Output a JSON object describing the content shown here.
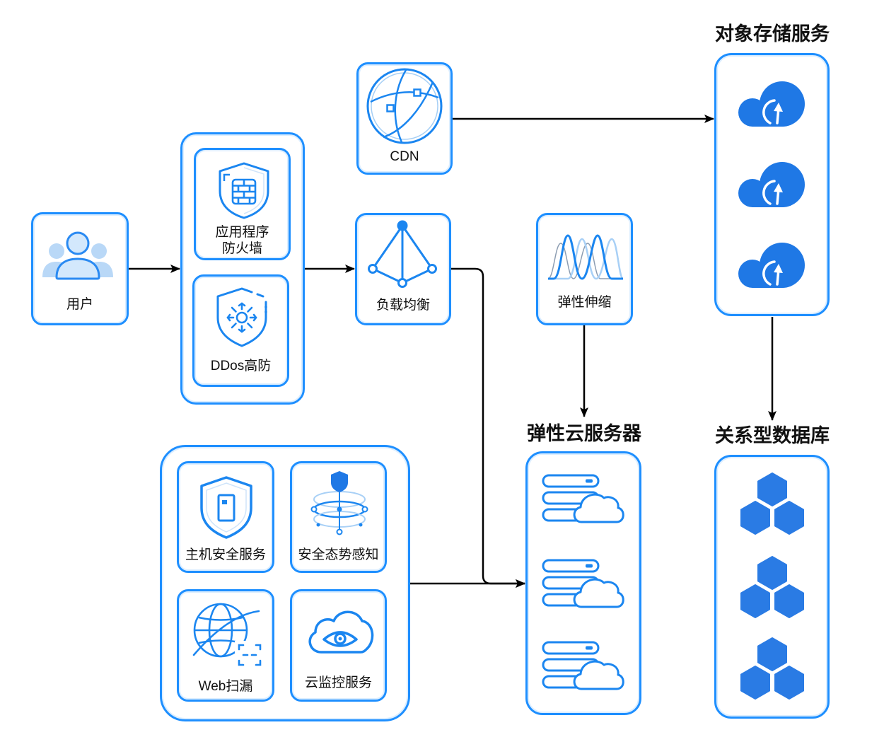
{
  "colors": {
    "border": "#1E8FFF",
    "icon": "#1B86F0",
    "icon_solid": "#1F78E5",
    "icon_light": "#B3D6F7",
    "arrow": "#000000"
  },
  "user": {
    "label": "用户",
    "icon": "users-icon"
  },
  "firewall_group": {
    "waf": {
      "label_lines": [
        "应用程序",
        "防火墙"
      ],
      "icon": "firewall-shield-icon"
    },
    "ddos": {
      "label": "DDos高防",
      "icon": "ddos-shield-icon"
    }
  },
  "cdn": {
    "label": "CDN",
    "icon": "globe-icon"
  },
  "load_balancer": {
    "label": "负载均衡",
    "icon": "load-balancer-icon"
  },
  "auto_scaling": {
    "label": "弹性伸缩",
    "icon": "wave-icon"
  },
  "object_storage": {
    "title": "对象存储服务",
    "items": [
      "cloud-upload-icon",
      "cloud-upload-icon",
      "cloud-upload-icon"
    ]
  },
  "relational_database": {
    "title": "关系型数据库",
    "items": [
      "hexagon-cluster-icon",
      "hexagon-cluster-icon",
      "hexagon-cluster-icon"
    ]
  },
  "elastic_cloud_server": {
    "title": "弹性云服务器",
    "items": [
      "server-cloud-icon",
      "server-cloud-icon",
      "server-cloud-icon"
    ]
  },
  "security_group": {
    "host_security": {
      "label": "主机安全服务",
      "icon": "host-shield-icon"
    },
    "situation_awareness": {
      "label": "安全态势感知",
      "icon": "situation-awareness-icon"
    },
    "web_scan": {
      "label": "Web扫漏",
      "icon": "web-scan-icon"
    },
    "cloud_monitor": {
      "label": "云监控服务",
      "icon": "cloud-eye-icon"
    }
  }
}
